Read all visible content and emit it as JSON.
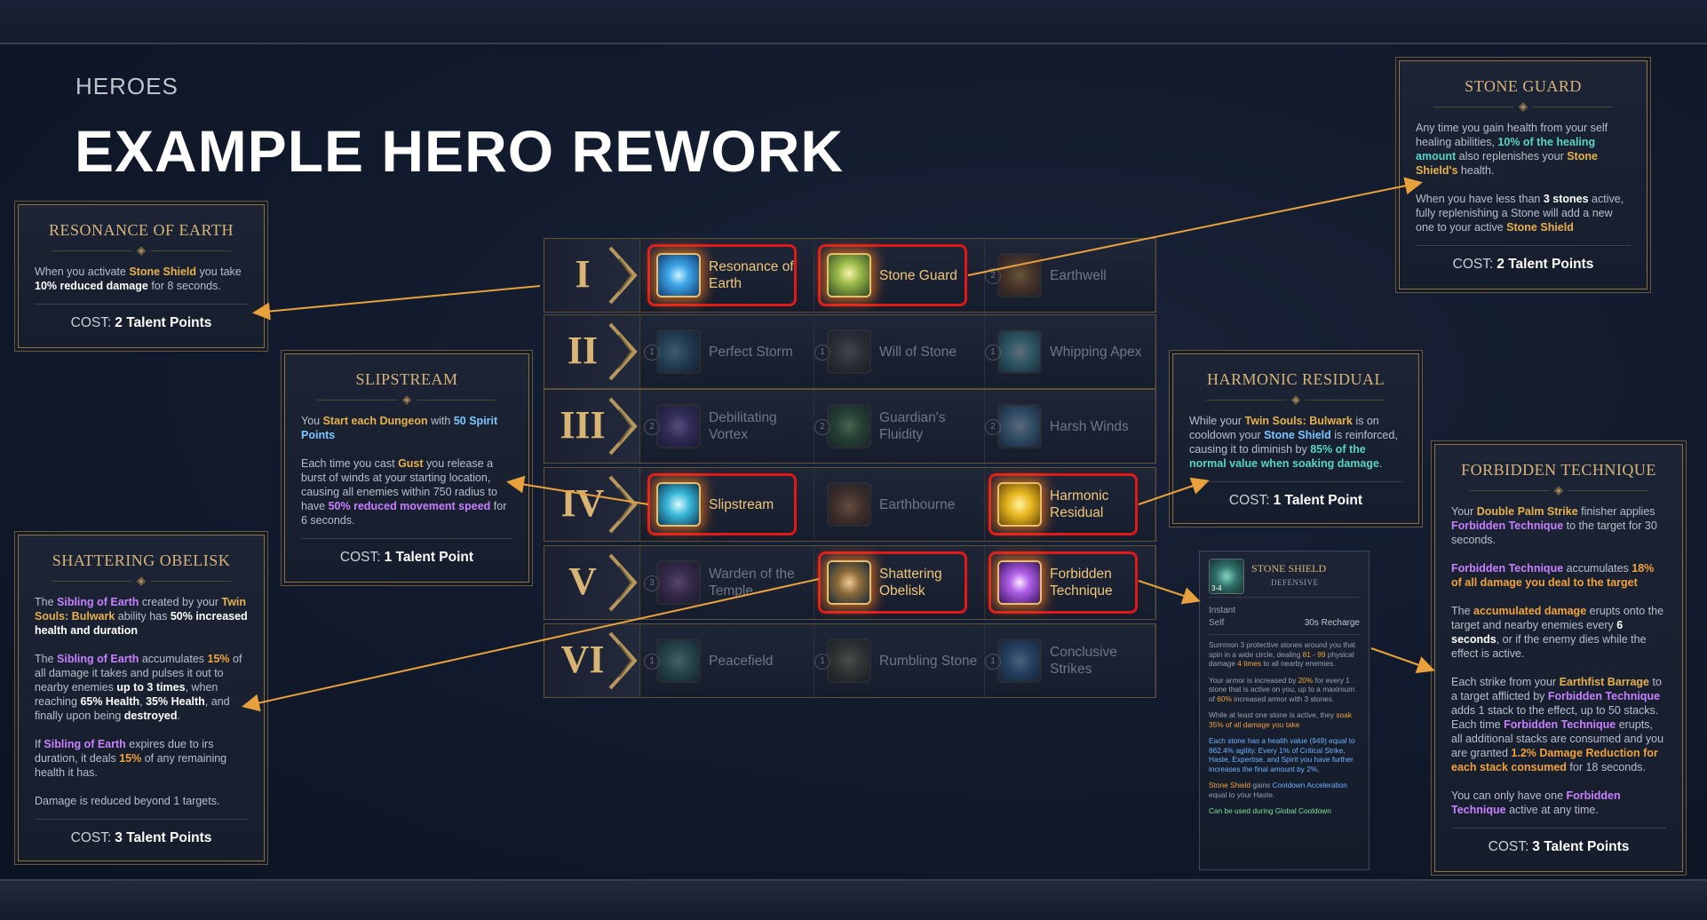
{
  "header": {
    "eyebrow": "HEROES",
    "title": "EXAMPLE HERO REWORK"
  },
  "cost_label": "COST:",
  "colors": {
    "gold": "#d7b47a",
    "select_red": "#e01818",
    "accent_orange": "#f2a23a",
    "arrow": "#e8a13c"
  },
  "tree": {
    "rows": [
      {
        "numeral": "I",
        "cells": [
          {
            "label": "Resonance of Earth",
            "selected": true,
            "icon": "swirl-water-icon",
            "lock": ""
          },
          {
            "label": "Stone Guard",
            "selected": true,
            "icon": "aura-guardian-icon",
            "lock": ""
          },
          {
            "label": "Earthwell",
            "selected": false,
            "icon": "orb-earth-icon",
            "lock": "2"
          }
        ]
      },
      {
        "numeral": "II",
        "cells": [
          {
            "label": "Perfect Storm",
            "selected": false,
            "icon": "storm-wave-icon",
            "lock": "1"
          },
          {
            "label": "Will of Stone",
            "selected": false,
            "icon": "stone-fist-icon",
            "lock": "1"
          },
          {
            "label": "Whipping Apex",
            "selected": false,
            "icon": "wind-orb-icon",
            "lock": "1"
          }
        ]
      },
      {
        "numeral": "III",
        "cells": [
          {
            "label": "Debilitating Vortex",
            "selected": false,
            "icon": "vortex-icon",
            "lock": "2"
          },
          {
            "label": "Guardian's Fluidity",
            "selected": false,
            "icon": "leaf-rune-icon",
            "lock": "2"
          },
          {
            "label": "Harsh Winds",
            "selected": false,
            "icon": "wind-gust-icon",
            "lock": "2"
          }
        ]
      },
      {
        "numeral": "IV",
        "cells": [
          {
            "label": "Slipstream",
            "selected": true,
            "icon": "slipstream-icon",
            "lock": ""
          },
          {
            "label": "Earthbourne",
            "selected": false,
            "icon": "drop-icon",
            "lock": ""
          },
          {
            "label": "Harmonic Residual",
            "selected": true,
            "icon": "spiral-gold-icon",
            "lock": ""
          }
        ]
      },
      {
        "numeral": "V",
        "cells": [
          {
            "label": "Warden of the Temple",
            "selected": false,
            "icon": "warden-icon",
            "lock": "3"
          },
          {
            "label": "Shattering Obelisk",
            "selected": true,
            "icon": "obelisk-icon",
            "lock": ""
          },
          {
            "label": "Forbidden Technique",
            "selected": true,
            "icon": "forbidden-burst-icon",
            "lock": ""
          }
        ]
      },
      {
        "numeral": "VI",
        "cells": [
          {
            "label": "Peacefield",
            "selected": false,
            "icon": "peace-icon",
            "lock": "1"
          },
          {
            "label": "Rumbling Stone",
            "selected": false,
            "icon": "rumble-icon",
            "lock": "1"
          },
          {
            "label": "Conclusive Strikes",
            "selected": false,
            "icon": "strike-icon",
            "lock": "1"
          }
        ]
      }
    ]
  },
  "panels": {
    "resonance": {
      "title": "RESONANCE OF EARTH",
      "cost": "2 Talent Points",
      "p1_a": "When you activate ",
      "p1_b": "Stone Shield",
      "p1_c": " you take ",
      "p1_d": "10% reduced damage",
      "p1_e": " for 8 seconds."
    },
    "stone_guard": {
      "title": "STONE GUARD",
      "cost": "2 Talent Points",
      "p1_a": "Any time you gain health from your self healing abilities, ",
      "p1_b": "10% of the healing amount",
      "p1_c": " also replenishes your ",
      "p1_d": "Stone Shield's",
      "p1_e": " health.",
      "p2_a": "When you have less than ",
      "p2_b": "3 stones",
      "p2_c": " active, fully replenishing a Stone will add a new one to your active ",
      "p2_d": "Stone Shield"
    },
    "slipstream": {
      "title": "SLIPSTREAM",
      "cost": "1 Talent Point",
      "p1_a": "You ",
      "p1_b": "Start each Dungeon",
      "p1_c": " with ",
      "p1_d": "50 Spirit Points",
      "p2_a": "Each time you cast ",
      "p2_b": "Gust",
      "p2_c": " you release a burst of winds at your starting location, causing all enemies within 750 radius to have ",
      "p2_d": "50% reduced movement speed",
      "p2_e": " for 6 seconds."
    },
    "harmonic": {
      "title": "HARMONIC RESIDUAL",
      "cost": "1 Talent Point",
      "p1_a": "While your ",
      "p1_b": "Twin Souls: Bulwark",
      "p1_c": " is on cooldown your ",
      "p1_d": "Stone Shield",
      "p1_e": " is reinforced, causing it to diminish by ",
      "p1_f": "85% of the normal value when soaking damage",
      "p1_g": "."
    },
    "obelisk": {
      "title": "SHATTERING OBELISK",
      "cost": "3 Talent Points",
      "p1_a": "The ",
      "p1_b": "Sibling of Earth",
      "p1_c": " created by your ",
      "p1_d": "Twin Souls: Bulwark",
      "p1_e": " ability has ",
      "p1_f": "50% increased health and duration",
      "p2_a": "The ",
      "p2_b": "Sibling of Earth",
      "p2_c": " accumulates ",
      "p2_d": "15%",
      "p2_e": " of all damage it takes and pulses it out to nearby enemies ",
      "p2_f": "up to 3 times",
      "p2_g": ", when reaching ",
      "p2_h": "65% Health",
      "p2_i": ", ",
      "p2_j": "35% Health",
      "p2_k": ", and finally upon being ",
      "p2_l": "destroyed",
      "p2_m": ".",
      "p3_a": "If ",
      "p3_b": "Sibling of Earth",
      "p3_c": " expires due to irs duration, it deals ",
      "p3_d": "15%",
      "p3_e": " of any remaining health it has.",
      "p4": "Damage is reduced beyond 1 targets."
    },
    "forbidden": {
      "title": "FORBIDDEN TECHNIQUE",
      "cost": "3 Talent Points",
      "p1_a": "Your ",
      "p1_b": "Double Palm Strike",
      "p1_c": " finisher applies ",
      "p1_d": "Forbidden Technique",
      "p1_e": " to the target for 30 seconds.",
      "p2_a": "Forbidden Technique",
      "p2_b": " accumulates ",
      "p2_c": "18% of all damage you deal to the target",
      "p3_a": "The ",
      "p3_b": "accumulated damage",
      "p3_c": " erupts onto the target and nearby enemies every ",
      "p3_d": "6 seconds",
      "p3_e": ", or if the enemy dies while the effect is active.",
      "p4_a": "Each strike from your ",
      "p4_b": "Earthfist Barrage",
      "p4_c": " to a target afflicted by ",
      "p4_d": "Forbidden Technique",
      "p4_e": " adds 1 stack to the effect, up to 50 stacks. Each time ",
      "p4_f": "Forbidden Technique",
      "p4_g": " erupts, all additional stacks are consumed and you are granted ",
      "p4_h": "1.2% Damage Reduction for each stack consumed",
      "p4_i": " for 18 seconds.",
      "p5_a": "You can only have one ",
      "p5_b": "Forbidden Technique",
      "p5_c": " active at any time."
    }
  },
  "stone_shield": {
    "name": "STONE SHIELD",
    "type": "DEFENSIVE",
    "icon_badge": "3-4",
    "cast": "Instant",
    "target": "Self",
    "recharge": "30s Recharge",
    "b1_a": "Summon 3 protective stones around you that spin in a wide circle, dealing ",
    "b1_b": "81 - 99",
    "b1_c": " physical damage ",
    "b1_d": "4 times",
    "b1_e": " to all nearby enemies.",
    "b2_a": "Your armor is increased by ",
    "b2_b": "20%",
    "b2_c": " for every 1 stone that is active on you, up to a maximum of ",
    "b2_d": "60%",
    "b2_e": " increased armor with 3 stones.",
    "b3_a": "While at least one stone is active, they ",
    "b3_b": "soak 35% of all damage you take",
    "b4": "Each stone has a health value (949) equal to 862.4% agility. Every 1% of Critical Strike, Haste, Expertise, and Spirit you have further increases the final amount by 2%.",
    "b5_a": "Stone Shield",
    "b5_b": " gains ",
    "b5_c": "Cooldown Acceleration",
    "b5_d": " equal to your Haste.",
    "b6": "Can be used during Global Cooldown"
  }
}
